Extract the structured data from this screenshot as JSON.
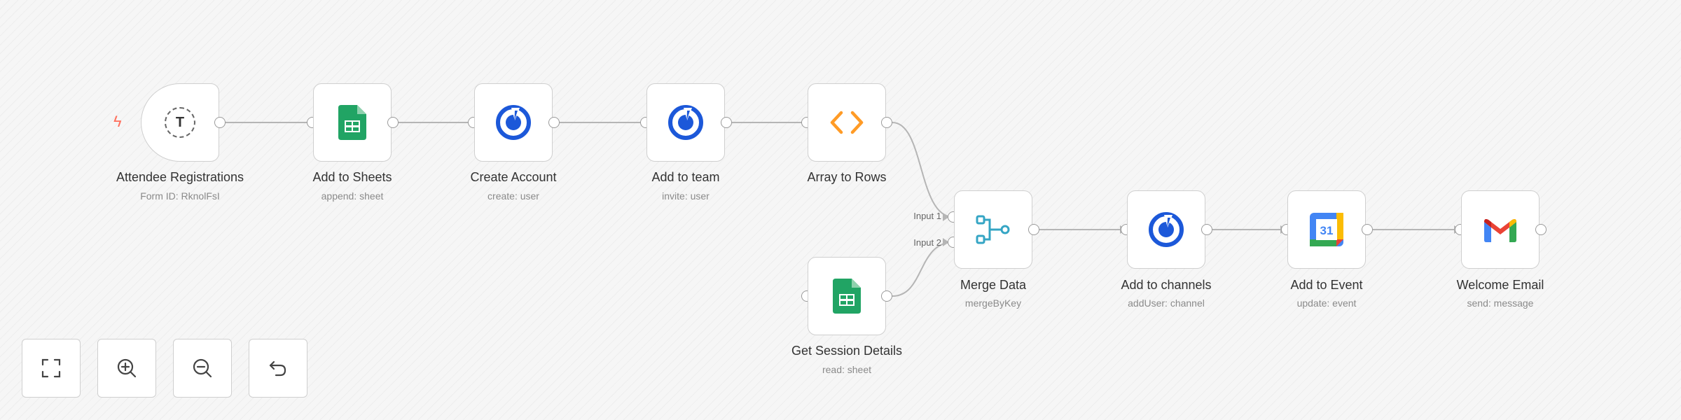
{
  "canvas": {
    "nodes": [
      {
        "id": "attendee-registrations",
        "title": "Attendee Registrations",
        "subtitle": "Form ID: RknolFsI",
        "icon": "form-trigger-icon",
        "icon_letter": "T"
      },
      {
        "id": "add-to-sheets",
        "title": "Add to Sheets",
        "subtitle": "append: sheet",
        "icon": "google-sheets-icon"
      },
      {
        "id": "create-account",
        "title": "Create Account",
        "subtitle": "create: user",
        "icon": "mattermost-icon"
      },
      {
        "id": "add-to-team",
        "title": "Add to team",
        "subtitle": "invite: user",
        "icon": "mattermost-icon"
      },
      {
        "id": "array-to-rows",
        "title": "Array to Rows",
        "subtitle": "",
        "icon": "code-icon"
      },
      {
        "id": "merge-data",
        "title": "Merge Data",
        "subtitle": "mergeByKey",
        "icon": "merge-icon"
      },
      {
        "id": "add-to-channels",
        "title": "Add to channels",
        "subtitle": "addUser: channel",
        "icon": "mattermost-icon"
      },
      {
        "id": "add-to-event",
        "title": "Add to Event",
        "subtitle": "update: event",
        "icon": "google-calendar-icon",
        "icon_text": "31"
      },
      {
        "id": "welcome-email",
        "title": "Welcome Email",
        "subtitle": "send: message",
        "icon": "gmail-icon"
      },
      {
        "id": "get-session-details",
        "title": "Get Session Details",
        "subtitle": "read: sheet",
        "icon": "google-sheets-icon"
      }
    ],
    "merge_inputs": [
      "Input 1",
      "Input 2"
    ]
  },
  "controls": [
    {
      "id": "fit-view",
      "icon": "fit-view-icon"
    },
    {
      "id": "zoom-in",
      "icon": "zoom-in-icon"
    },
    {
      "id": "zoom-out",
      "icon": "zoom-out-icon"
    },
    {
      "id": "undo",
      "icon": "undo-icon"
    }
  ],
  "colors": {
    "trigger_accent": "#ff6d5a",
    "sheets_green": "#21a464",
    "mattermost_blue": "#1c58d9",
    "code_orange": "#ff9b26",
    "merge_teal": "#35a5c4",
    "gmail_red": "#ea4335"
  }
}
